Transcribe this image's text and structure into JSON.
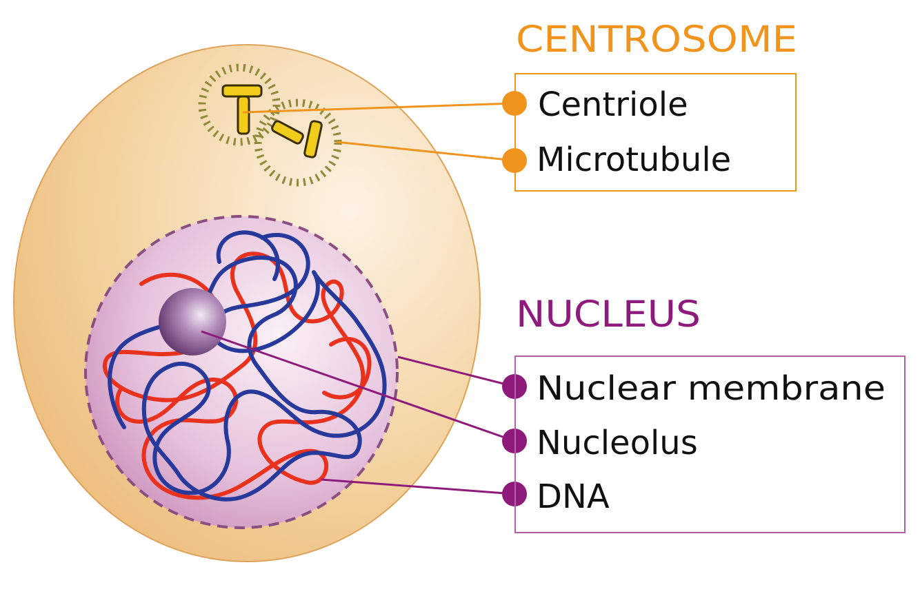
{
  "colors": {
    "centrosome": "#F0941E",
    "nucleus": "#8E1A7C",
    "cytoplasm": "#F1C98E",
    "nucleus_fill": "#E3BDD9",
    "dna_red": "#E8321E",
    "dna_blue": "#27399A",
    "centriole": "#F2CC1A",
    "microtubule": "#8E8A3A",
    "label_text": "#111111"
  },
  "centrosome": {
    "heading": "CENTROSOME",
    "labels": [
      "Centriole",
      "Microtubule"
    ]
  },
  "nucleus": {
    "heading": "NUCLEUS",
    "labels": [
      "Nuclear membrane",
      "Nucleolus",
      "DNA"
    ]
  }
}
